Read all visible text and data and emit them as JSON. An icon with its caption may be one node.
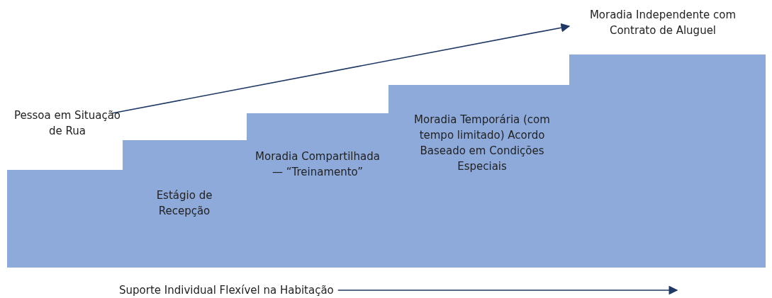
{
  "diagram": {
    "nodes": [
      {
        "text": [
          "Pessoa em Situação de Rua"
        ]
      },
      {
        "text": [
          "Moradia Independente com Contrato de Aluguel"
        ]
      },
      {
        "text": [
          "Estágio de Recepção"
        ]
      },
      {
        "text": [
          "Moradia Compartilhada — “Treinamento”"
        ]
      },
      {
        "text": [
          "Moradia Temporária (com tempo limitado) Acordo Baseado em Condições Especiais"
        ]
      },
      {
        "text": [
          "Suporte Individual Flexível na Habitação"
        ]
      }
    ],
    "edges": [
      {
        "from": 0,
        "to": 1,
        "arrow": "to"
      },
      {
        "from": 5,
        "to": null,
        "arrow": "to"
      }
    ]
  }
}
